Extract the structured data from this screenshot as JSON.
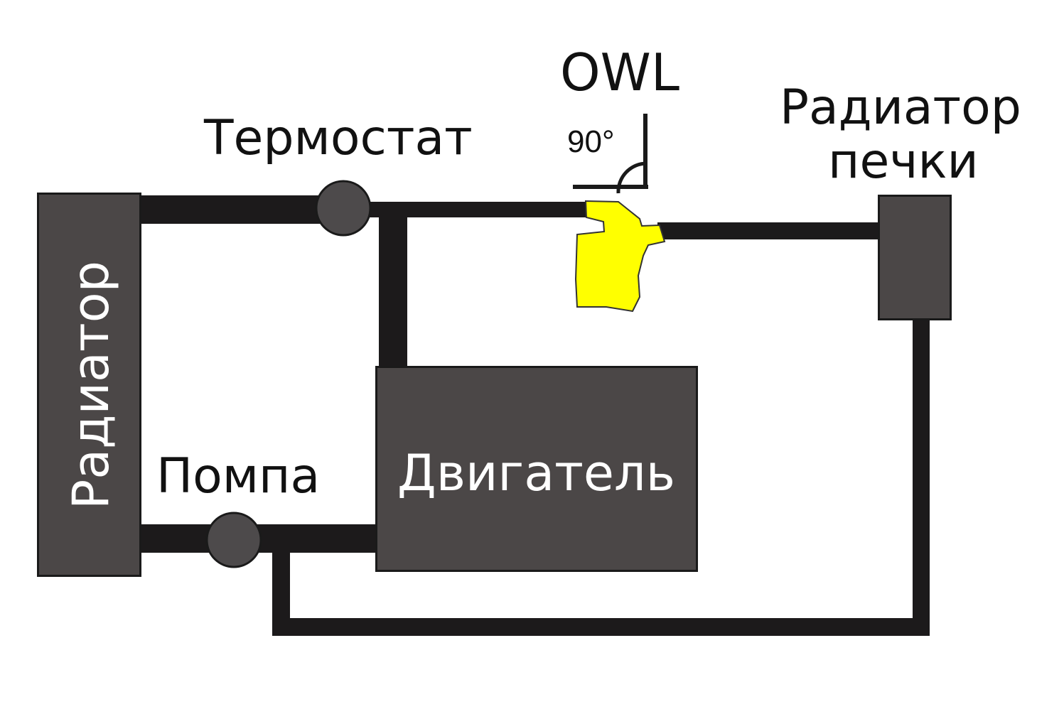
{
  "colors": {
    "block_fill": "#4b4747",
    "pipe": "#1c1a1b",
    "node_fill": "#4d4a4b",
    "valve_fill": "#ffff00",
    "background": "#ffffff"
  },
  "labels": {
    "radiator": "Радиатор",
    "thermostat": "Термостат",
    "owl": "OWL",
    "angle": "90°",
    "heater_line1": "Радиатор",
    "heater_line2": "печки",
    "pump": "Помпа",
    "engine": "Двигатель"
  },
  "icons": {
    "valve": "owl-valve-icon",
    "angle": "right-angle-icon"
  }
}
